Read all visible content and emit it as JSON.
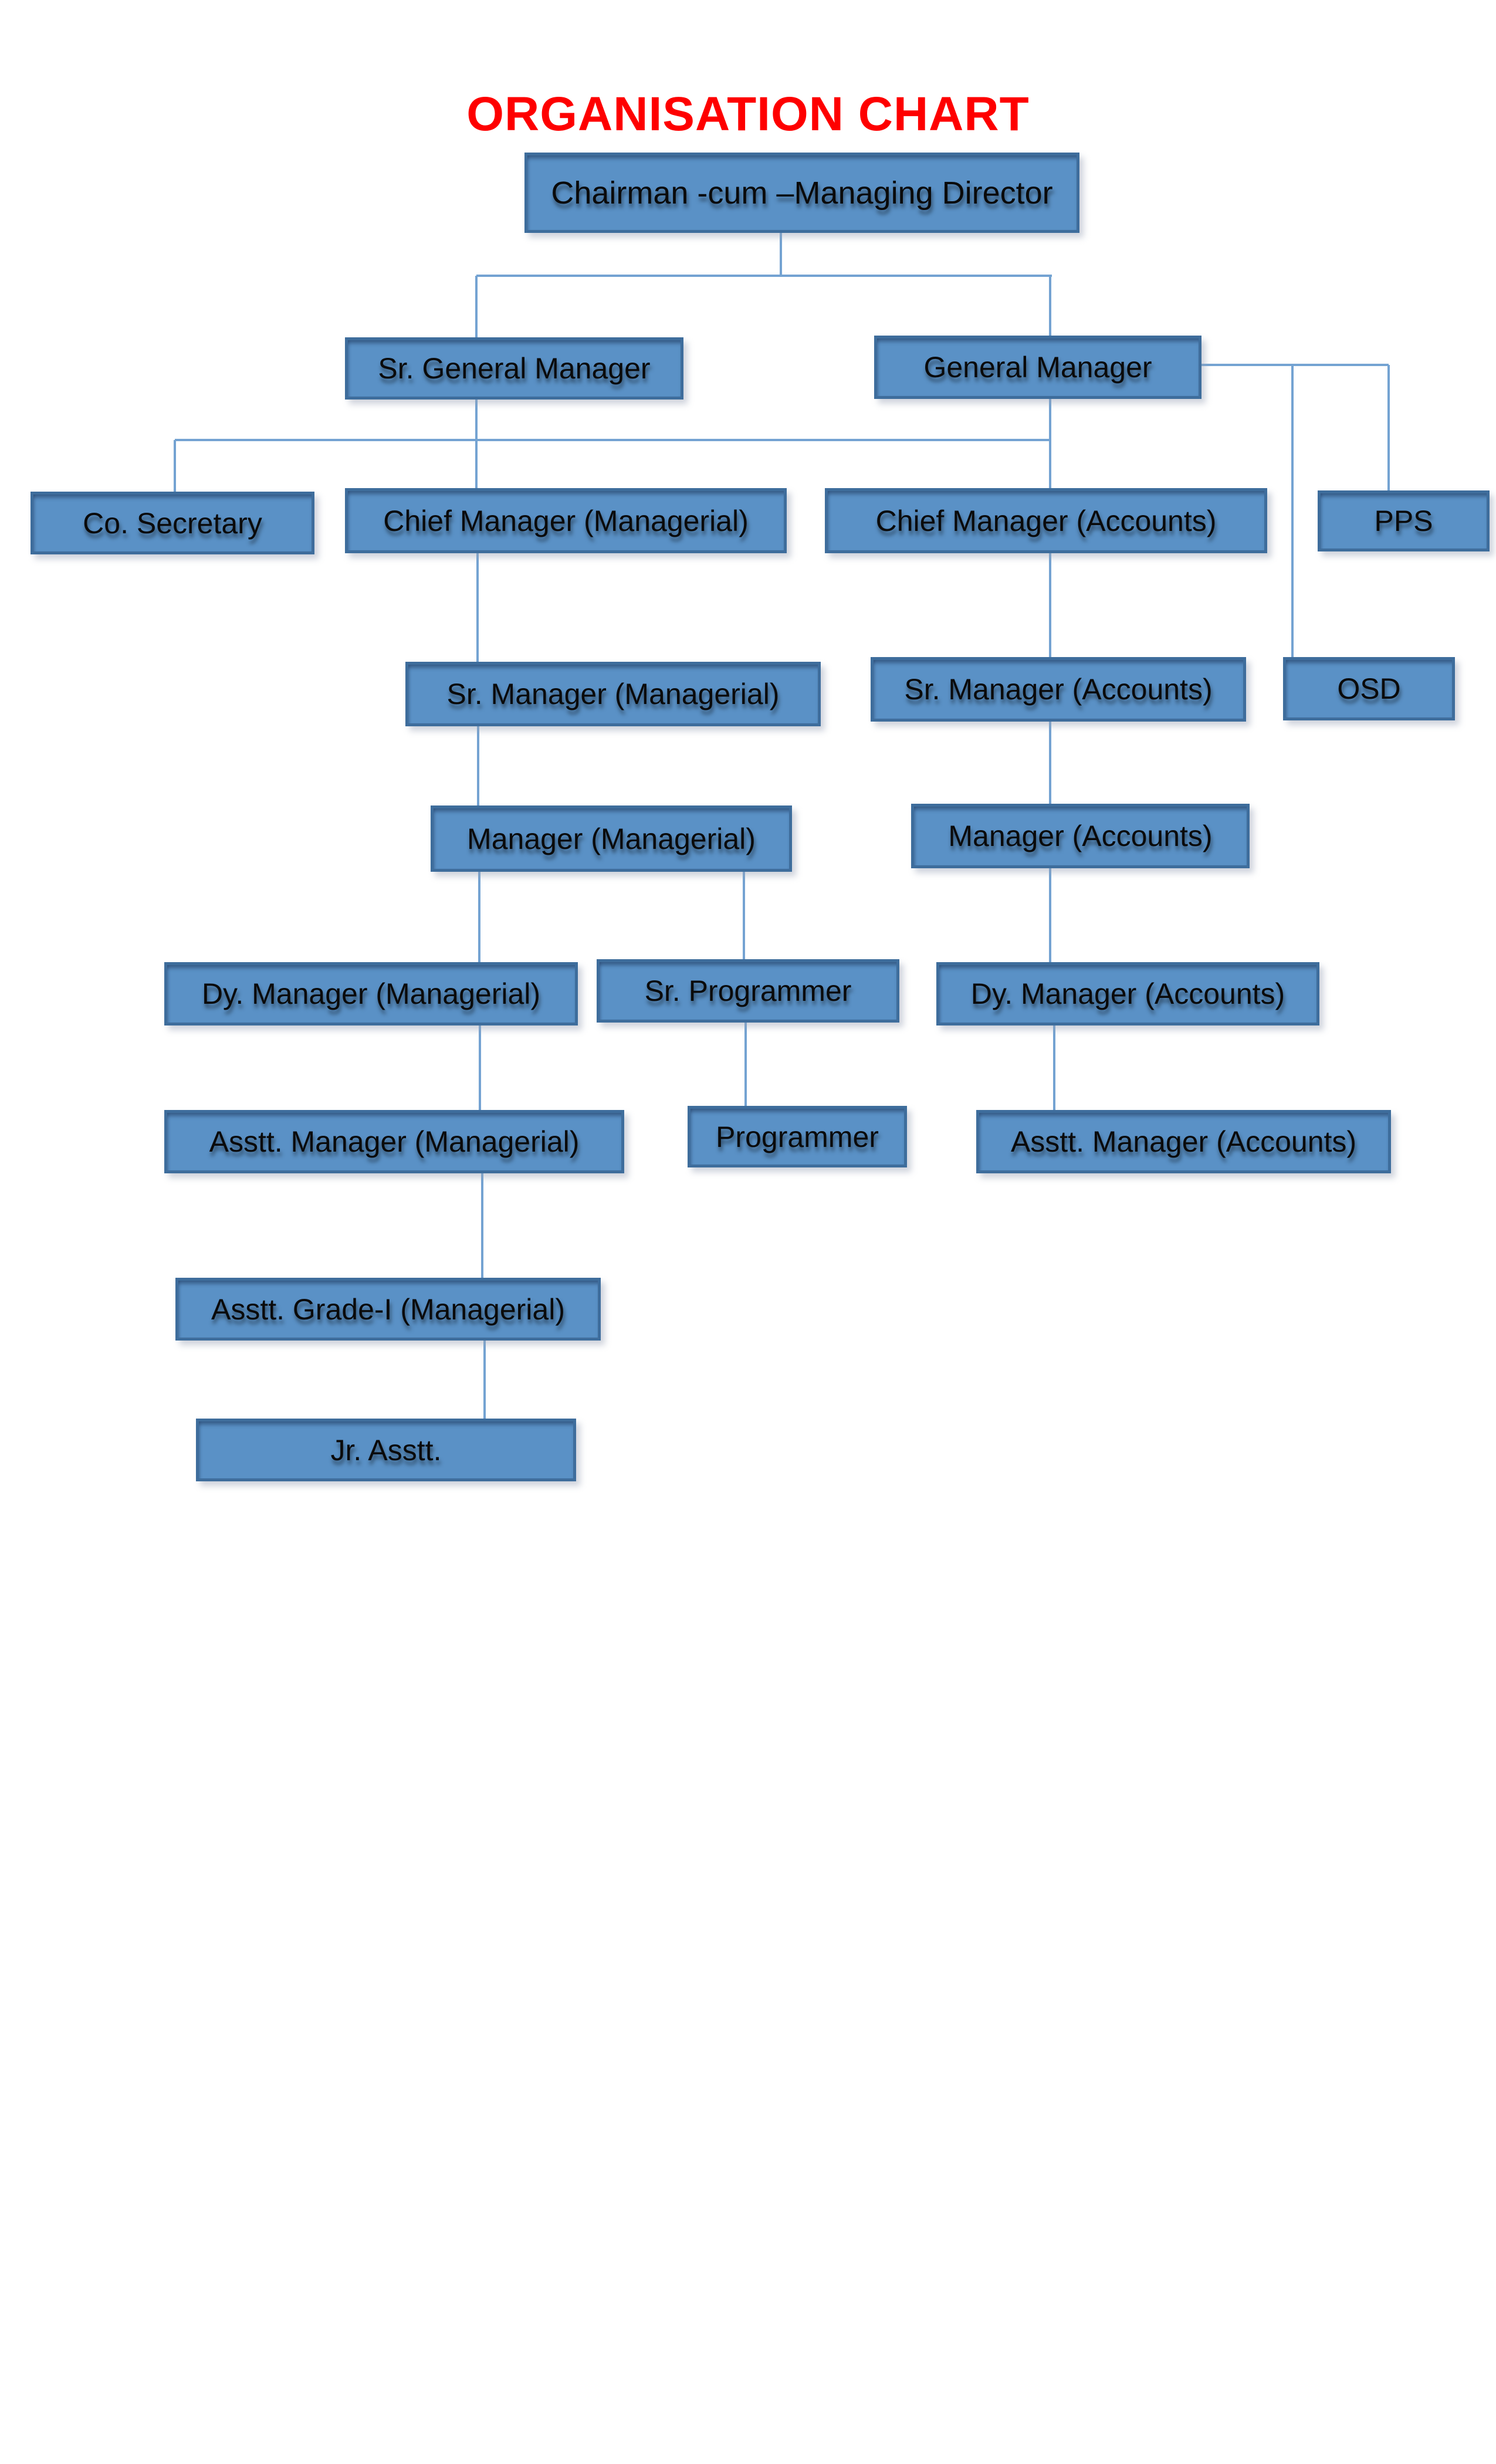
{
  "title": "ORGANISATION CHART",
  "colors": {
    "page_bg": "#ffffff",
    "title_color": "#fe0000",
    "box_fill": "#5a91c6",
    "box_border": "#3e6d9c",
    "connector_color": "#74a3d2",
    "text_color": "#0a0a0a"
  },
  "nodes": {
    "chairman": {
      "label": "Chairman -cum –Managing Director"
    },
    "sr_general_manager": {
      "label": "Sr. General Manager"
    },
    "general_manager": {
      "label": "General Manager"
    },
    "co_secretary": {
      "label": "Co. Secretary"
    },
    "chief_mgr_managerial": {
      "label": "Chief Manager (Managerial)"
    },
    "chief_mgr_accounts": {
      "label": "Chief Manager (Accounts)"
    },
    "pps": {
      "label": "PPS"
    },
    "sr_mgr_managerial": {
      "label": "Sr. Manager (Managerial)"
    },
    "sr_mgr_accounts": {
      "label": "Sr. Manager (Accounts)"
    },
    "osd": {
      "label": "OSD"
    },
    "mgr_managerial": {
      "label": "Manager (Managerial)"
    },
    "mgr_accounts": {
      "label": "Manager (Accounts)"
    },
    "dy_mgr_managerial": {
      "label": "Dy. Manager (Managerial)"
    },
    "sr_programmer": {
      "label": "Sr. Programmer"
    },
    "dy_mgr_accounts": {
      "label": "Dy. Manager (Accounts)"
    },
    "asstt_mgr_managerial": {
      "label": "Asstt. Manager (Managerial)"
    },
    "programmer": {
      "label": "Programmer"
    },
    "asstt_mgr_accounts": {
      "label": "Asstt. Manager (Accounts)"
    },
    "asstt_grade1": {
      "label": "Asstt. Grade-I (Managerial)"
    },
    "jr_asstt": {
      "label": "Jr. Asstt."
    }
  }
}
